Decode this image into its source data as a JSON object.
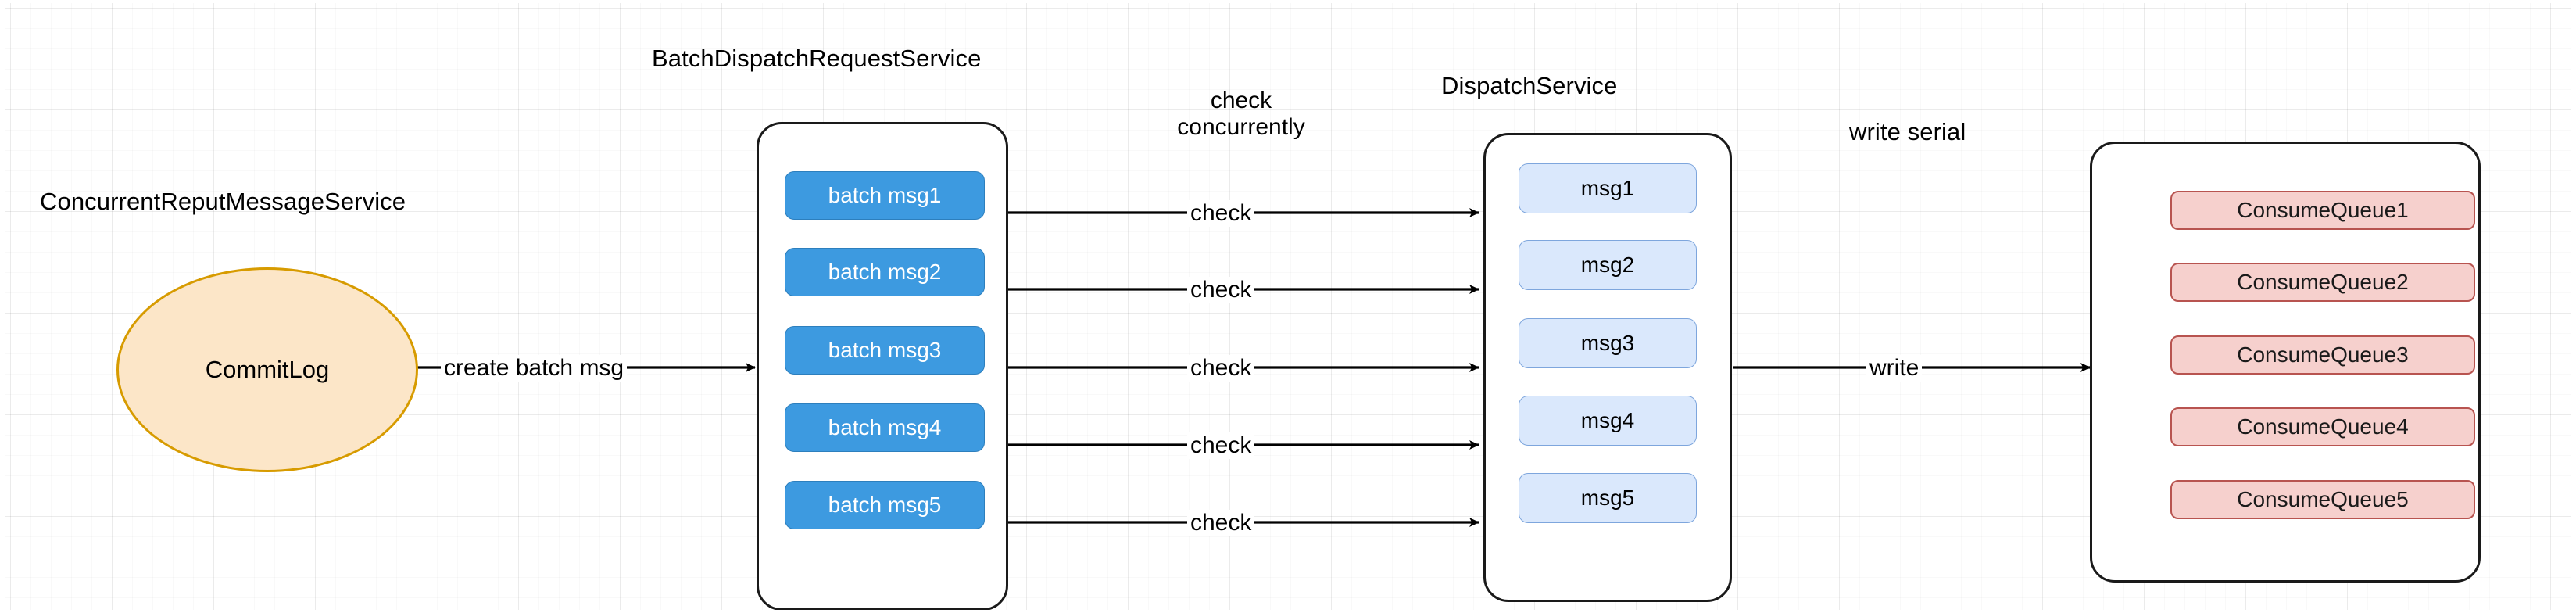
{
  "diagram": {
    "title_commitlog_service": "ConcurrentReputMessageService",
    "title_batch_service": "BatchDispatchRequestService",
    "title_dispatch_service": "DispatchService",
    "colors": {
      "batch_chip_fill": "#3d9ae0",
      "batch_chip_text": "#ffffff",
      "msg_chip_fill": "#dae8fc",
      "msg_chip_border": "#7ea6dd",
      "queue_chip_fill": "#f6d0cd",
      "queue_chip_border": "#b85450",
      "commitlog_fill": "#fce6c8",
      "commitlog_border": "#d79b00",
      "container_border": "#1a1a1a",
      "edge_stroke": "#000000",
      "grid_line": "#e8e8e8",
      "background": "#ffffff"
    }
  },
  "commitlog": {
    "label": "CommitLog"
  },
  "batch_service": {
    "title": "BatchDispatchRequestService",
    "items": [
      {
        "label": "batch msg1"
      },
      {
        "label": "batch msg2"
      },
      {
        "label": "batch msg3"
      },
      {
        "label": "batch msg4"
      },
      {
        "label": "batch msg5"
      }
    ]
  },
  "dispatch_service": {
    "title": "DispatchService",
    "items": [
      {
        "label": "msg1"
      },
      {
        "label": "msg2"
      },
      {
        "label": "msg3"
      },
      {
        "label": "msg4"
      },
      {
        "label": "msg5"
      }
    ]
  },
  "consume_queues": {
    "items": [
      {
        "label": "ConsumeQueue1"
      },
      {
        "label": "ConsumeQueue2"
      },
      {
        "label": "ConsumeQueue3"
      },
      {
        "label": "ConsumeQueue4"
      },
      {
        "label": "ConsumeQueue5"
      }
    ]
  },
  "edges": {
    "create_batch_msg": "create batch msg",
    "check_concurrently_line1": "check",
    "check_concurrently_line2": "concurrently",
    "check_1": "check",
    "check_2": "check",
    "check_3": "check",
    "check_4": "check",
    "check_5": "check",
    "write_serial": "write serial",
    "write": "write"
  }
}
